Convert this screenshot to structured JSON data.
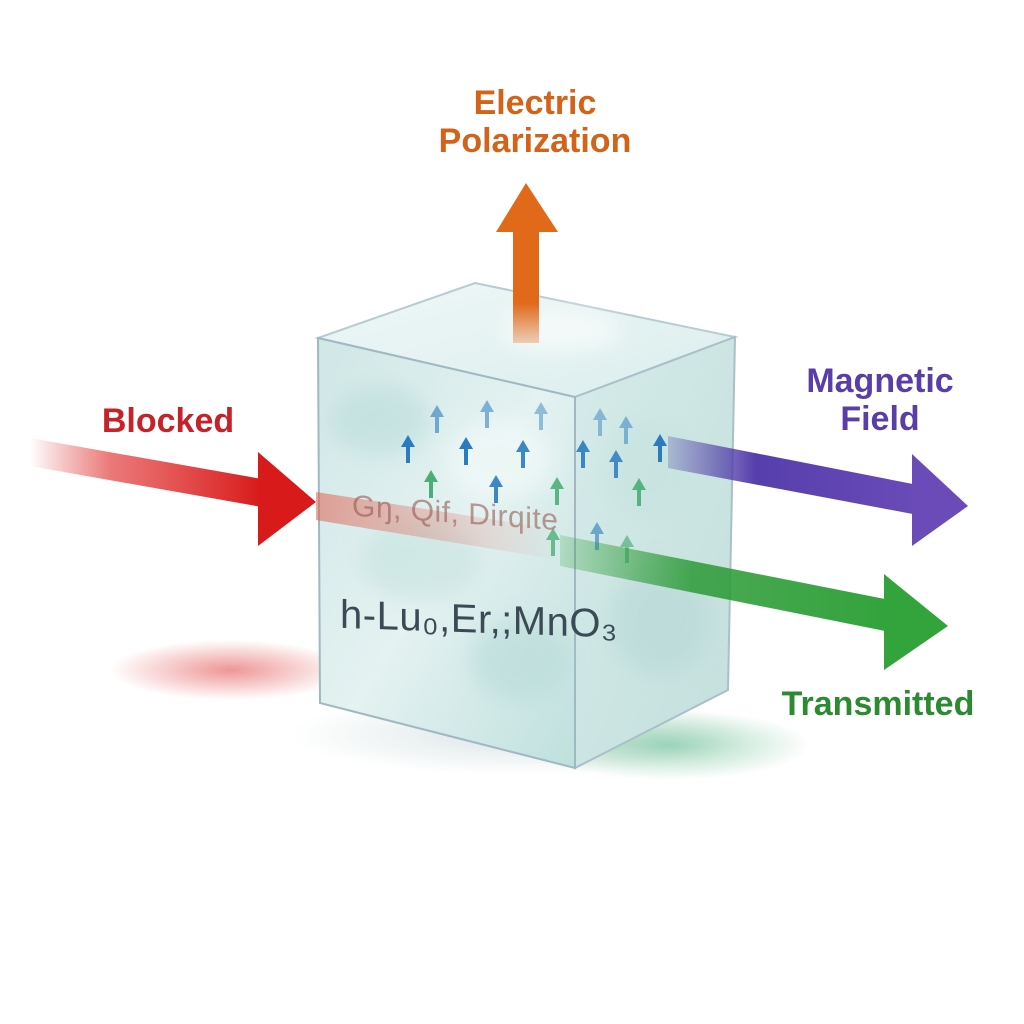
{
  "labels": {
    "electric_polarization": [
      "Electric",
      "Polarization"
    ],
    "magnetic_field": [
      "Magnetic",
      "Field"
    ],
    "blocked": "Blocked",
    "transmitted": "Transmitted"
  },
  "crystal": {
    "formula": "h-Lu₀,Er,;MnO₃",
    "faded_caption": "Gŋ, Qif, Dirqite"
  },
  "colors": {
    "polarization": "#d4631a",
    "magnetic": "#5a3ea8",
    "blocked": "#d62020",
    "transmitted": "#2c9a36",
    "crystal_face": "#cfe9e6",
    "crystal_edge": "#9fb8c2",
    "dipole_blue": "#2a7bc0",
    "dipole_green": "#3aa86a"
  },
  "icons": {
    "polarization_arrow": "arrow-up-icon",
    "magnetic_arrow": "arrow-right-icon",
    "blocked_arrow": "arrow-right-icon",
    "transmitted_arrow": "arrow-right-icon",
    "dipoles": "dipole-arrow-icon"
  }
}
